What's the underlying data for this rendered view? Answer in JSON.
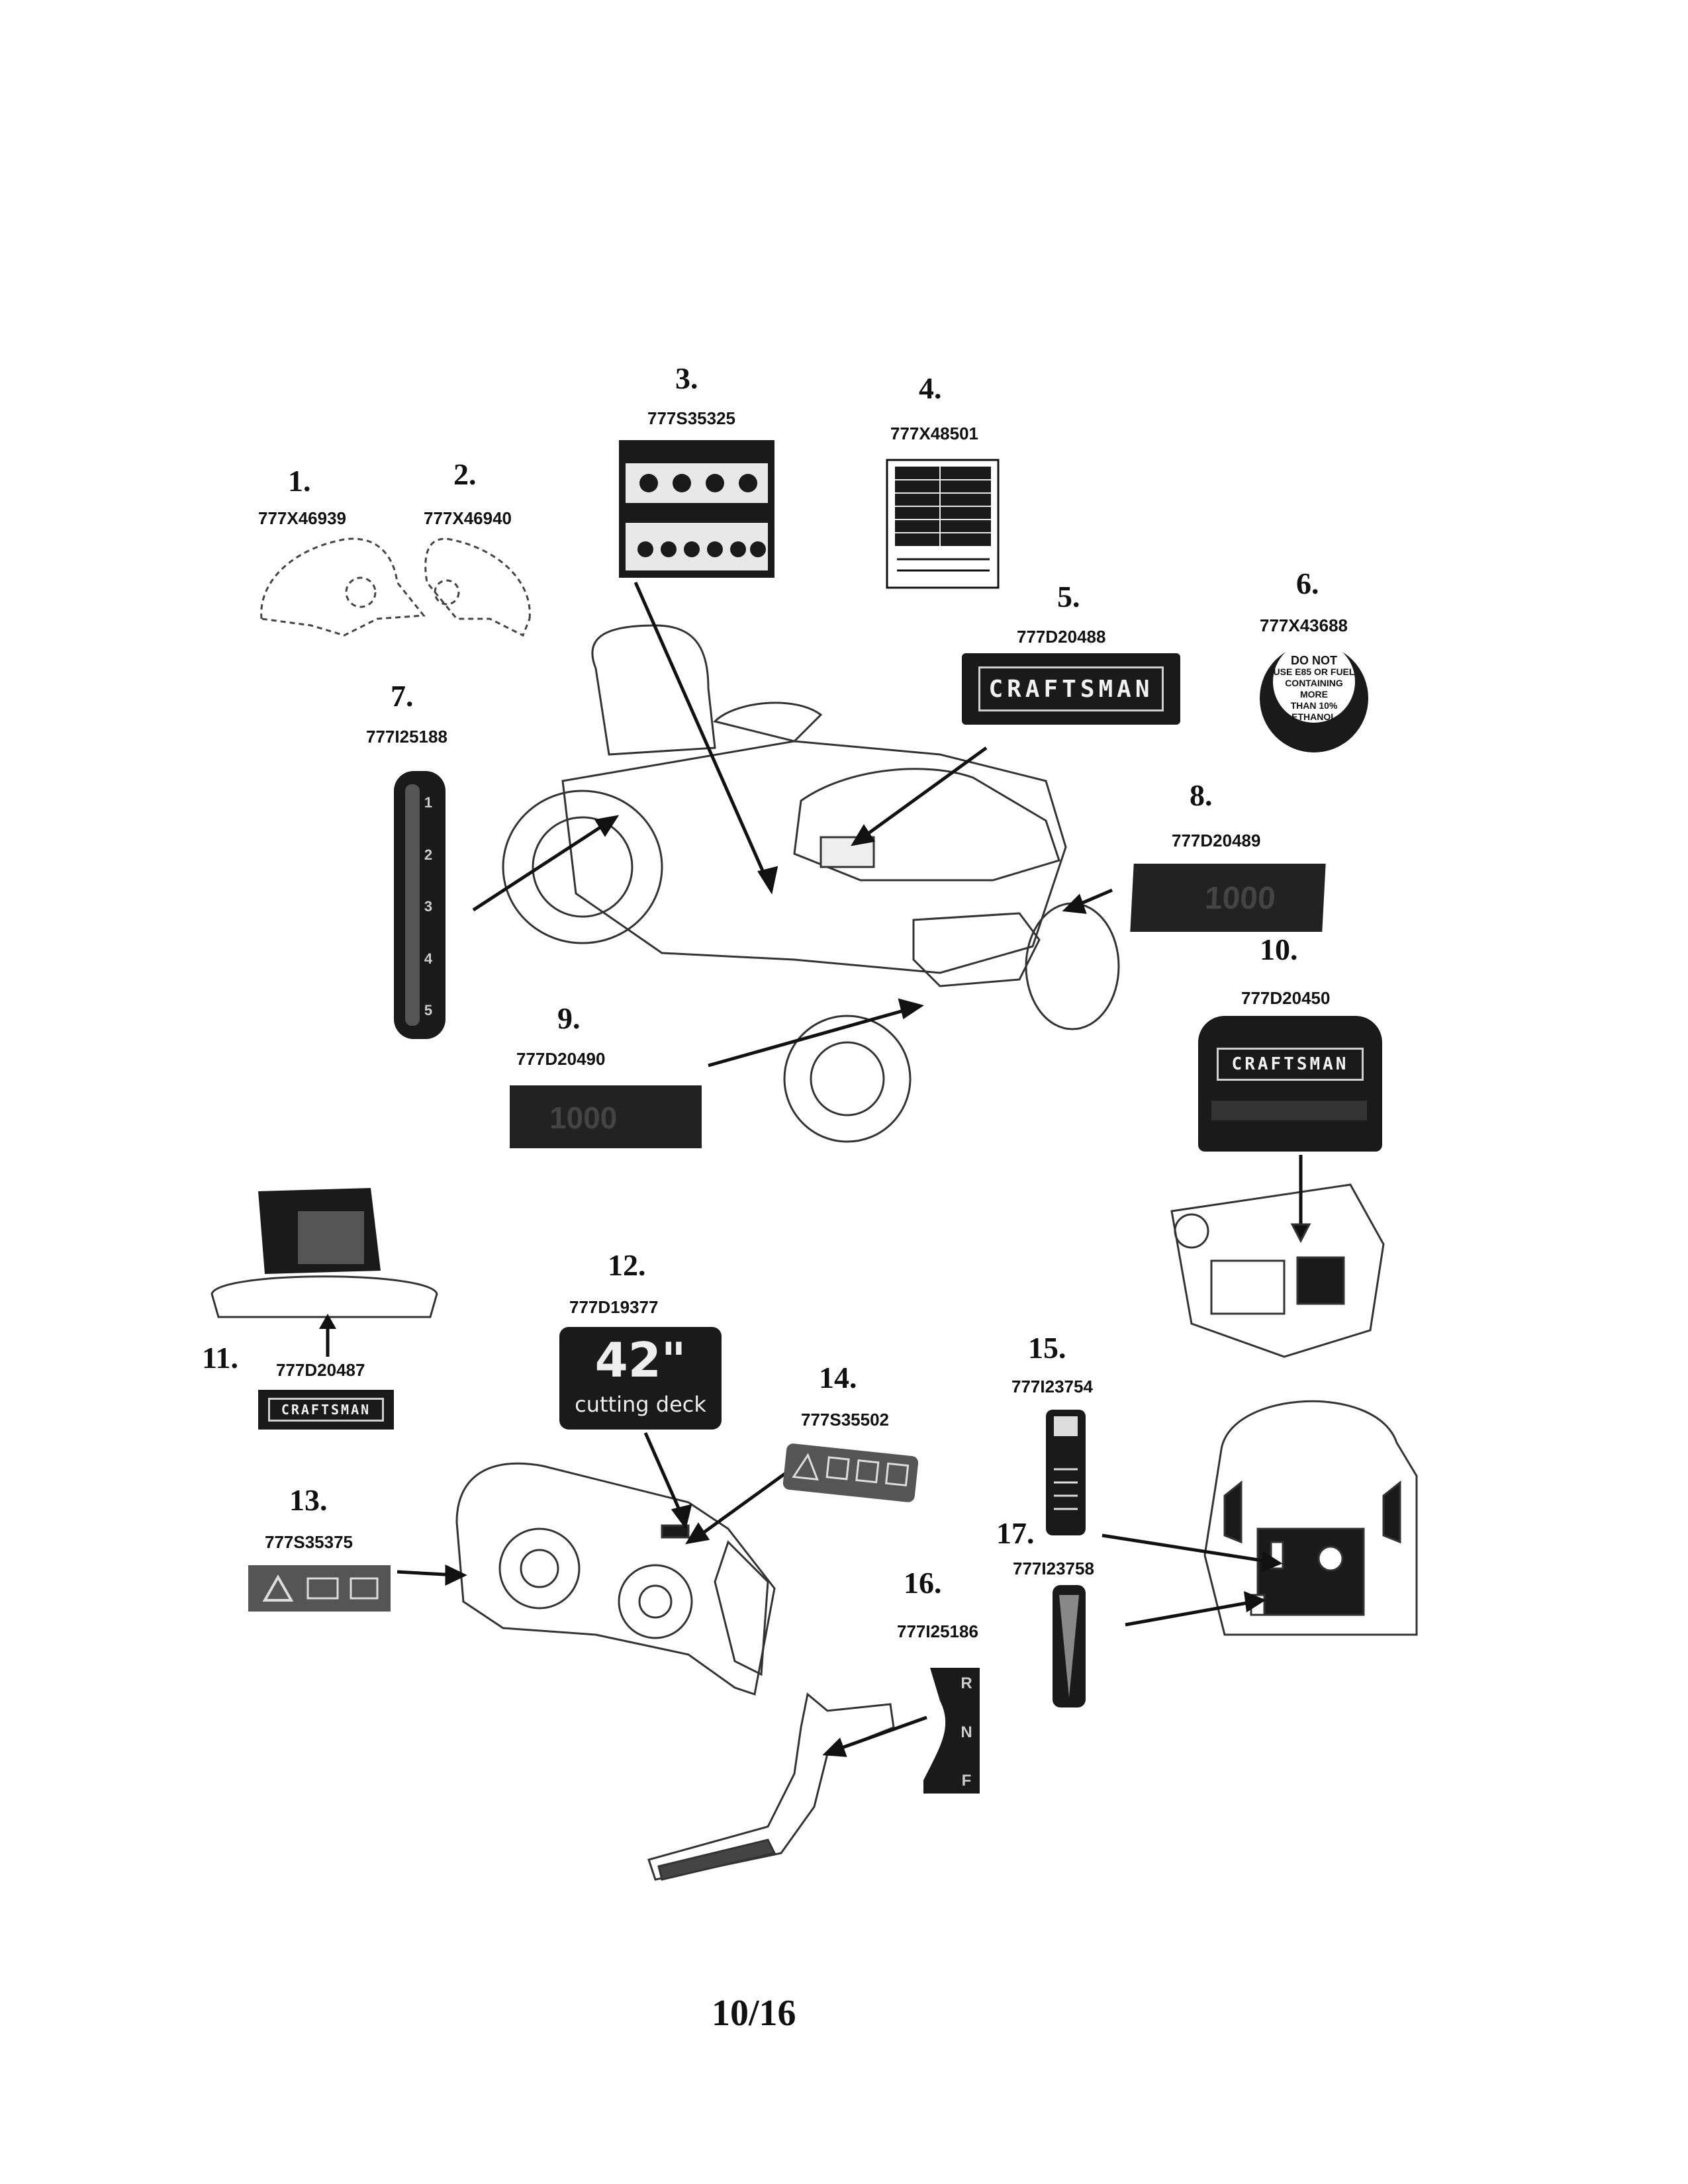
{
  "callouts": [
    {
      "num": "1.",
      "part": "777X46939"
    },
    {
      "num": "2.",
      "part": "777X46940"
    },
    {
      "num": "3.",
      "part": "777S35325"
    },
    {
      "num": "4.",
      "part": "777X48501"
    },
    {
      "num": "5.",
      "part": "777D20488"
    },
    {
      "num": "6.",
      "part": "777X43688"
    },
    {
      "num": "7.",
      "part": "777I25188"
    },
    {
      "num": "8.",
      "part": "777D20489"
    },
    {
      "num": "9.",
      "part": "777D20490"
    },
    {
      "num": "10.",
      "part": "777D20450"
    },
    {
      "num": "11.",
      "part": "777D20487"
    },
    {
      "num": "12.",
      "part": "777D19377"
    },
    {
      "num": "13.",
      "part": "777S35375"
    },
    {
      "num": "14.",
      "part": "777S35502"
    },
    {
      "num": "15.",
      "part": "777I23754"
    },
    {
      "num": "16.",
      "part": "777I25186"
    },
    {
      "num": "17.",
      "part": "777I23758"
    }
  ],
  "decal_text": {
    "brand": "CRAFTSMAN",
    "model_number": "1000",
    "deck_size": "42\"",
    "deck_label": "cutting deck",
    "fuel_warning": [
      "DO NOT",
      "USE E85 OR FUEL",
      "CONTAINING MORE",
      "THAN 10% ETHANOL"
    ],
    "speed_marks": [
      "1",
      "2",
      "3",
      "4",
      "5"
    ],
    "shift_marks": [
      "R",
      "N",
      "F"
    ]
  },
  "footer": {
    "page": "10/16"
  }
}
